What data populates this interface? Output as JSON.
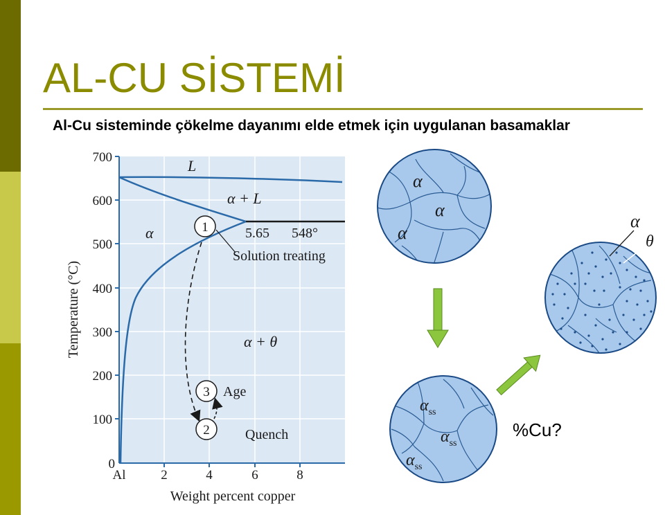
{
  "slide": {
    "title": "AL-CU SİSTEMİ",
    "subtitle": "Al-Cu sisteminde çökelme dayanımı elde etmek için uygulanan basamaklar"
  },
  "colors": {
    "bar_dark": "#6b6b00",
    "bar_light": "#c8c84a",
    "bar_mid": "#9a9a00",
    "title": "#8b8b00",
    "plot_bg": "#dde8f5",
    "curve": "#2a6aa8",
    "grain_fill": "#a9c9ec",
    "grain_line": "#2a5c94",
    "arrow_green": "#8cc63f"
  },
  "phase_diagram": {
    "y_axis_label": "Temperature (°C)",
    "x_axis_label": "Weight percent copper",
    "y_ticks": [
      "700",
      "600",
      "500",
      "400",
      "300",
      "200",
      "100",
      "0"
    ],
    "x_ticks": [
      "Al",
      "2",
      "4",
      "6",
      "8"
    ],
    "regions": {
      "liquid": "L",
      "alpha_liquid": "α + L",
      "alpha": "α",
      "alpha_theta": "α + θ"
    },
    "eutectic_composition": "5.65",
    "eutectic_temperature": "548°",
    "steps": [
      {
        "number": "1",
        "label": "Solution treating"
      },
      {
        "number": "2",
        "label": "Quench"
      },
      {
        "number": "3",
        "label": "Age"
      }
    ]
  },
  "microstructures": {
    "solution_treated_label": "α",
    "quenched_label": "αss",
    "aged_alpha_label": "α",
    "aged_theta_label": "θ",
    "question": "%Cu?"
  }
}
